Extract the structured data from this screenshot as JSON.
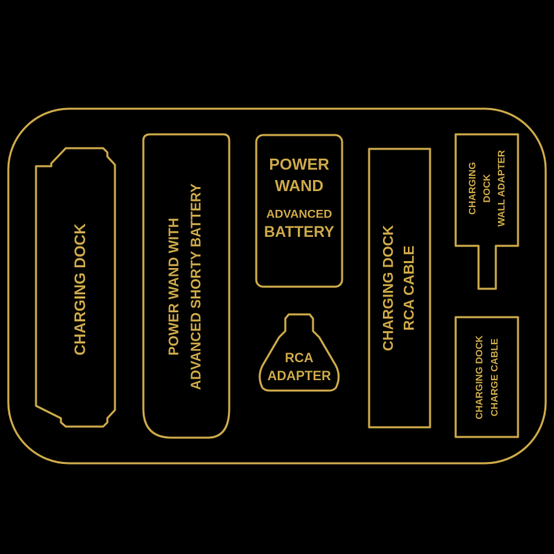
{
  "colors": {
    "background": "#000000",
    "accent": "#c9a648"
  },
  "compartments": {
    "charging_dock": {
      "line1": "CHARGING DOCK"
    },
    "power_wand_shorty": {
      "line1": "POWER WAND WITH",
      "line2": "ADVANCED SHORTY BATTERY"
    },
    "power_wand_battery": {
      "line1": "POWER",
      "line2": "WAND",
      "line3": "ADVANCED",
      "line4": "BATTERY"
    },
    "rca_adapter": {
      "line1": "RCA",
      "line2": "ADAPTER"
    },
    "rca_cable": {
      "line1": "CHARGING DOCK",
      "line2": "RCA CABLE"
    },
    "wall_adapter": {
      "line1": "CHARGING",
      "line2": "DOCK",
      "line3": "WALL ADAPTER"
    },
    "charge_cable": {
      "line1": "CHARGING DOCK",
      "line2": "CHARGE CABLE"
    }
  }
}
